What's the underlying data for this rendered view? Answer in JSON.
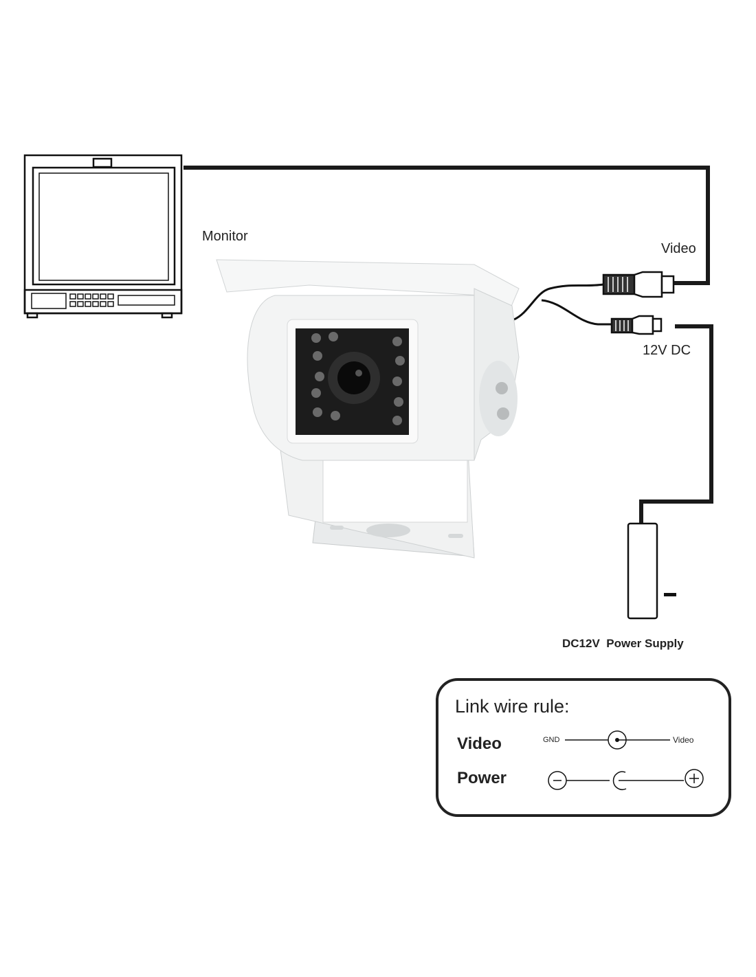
{
  "labels": {
    "monitor": "Monitor",
    "video": "Video",
    "dc12v": "12V DC",
    "power_supply": "DC12V  Power Supply"
  },
  "legend": {
    "title": "Link wire rule:",
    "video_label": "Video",
    "power_label": "Power",
    "gnd": "GND",
    "video_pin": "Video"
  },
  "colors": {
    "wire": "#1a1a1a",
    "camera_body": "#f4f5f5",
    "lens": "#1c1c1c"
  }
}
